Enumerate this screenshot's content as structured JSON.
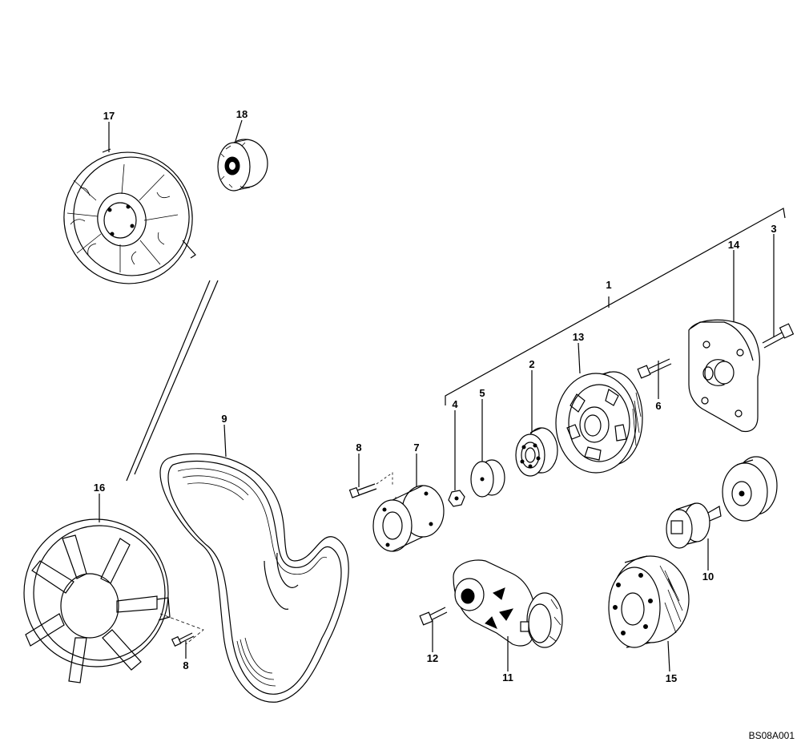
{
  "drawing_code": "BS08A001",
  "callouts": [
    {
      "id": "c1",
      "text": "1"
    },
    {
      "id": "c2",
      "text": "2"
    },
    {
      "id": "c3",
      "text": "3"
    },
    {
      "id": "c4",
      "text": "4"
    },
    {
      "id": "c5",
      "text": "5"
    },
    {
      "id": "c6",
      "text": "6"
    },
    {
      "id": "c7",
      "text": "7"
    },
    {
      "id": "c8a",
      "text": "8"
    },
    {
      "id": "c8b",
      "text": "8"
    },
    {
      "id": "c9",
      "text": "9"
    },
    {
      "id": "c10",
      "text": "10"
    },
    {
      "id": "c11",
      "text": "11"
    },
    {
      "id": "c12",
      "text": "12"
    },
    {
      "id": "c13",
      "text": "13"
    },
    {
      "id": "c14",
      "text": "14"
    },
    {
      "id": "c15",
      "text": "15"
    },
    {
      "id": "c16",
      "text": "16"
    },
    {
      "id": "c17",
      "text": "17"
    },
    {
      "id": "c18",
      "text": "18"
    }
  ]
}
